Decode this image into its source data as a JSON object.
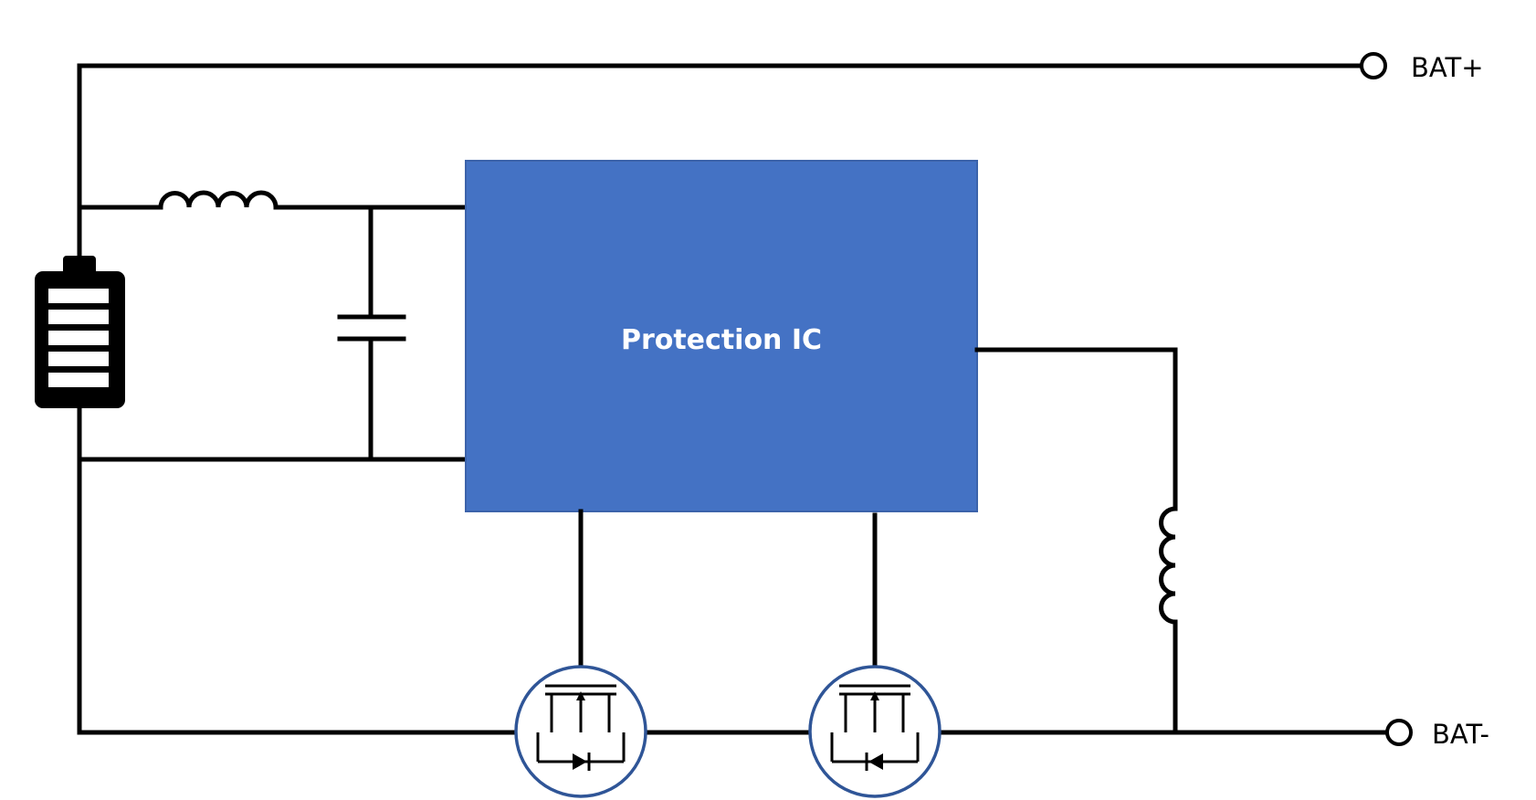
{
  "diagram": {
    "ic": {
      "label": "Protection IC",
      "fill": "#4472C4"
    },
    "terminals": {
      "positive": "BAT+",
      "negative": "BAT-"
    },
    "mosfet_ring_color": "#2F5597",
    "wire_color": "#000000"
  }
}
